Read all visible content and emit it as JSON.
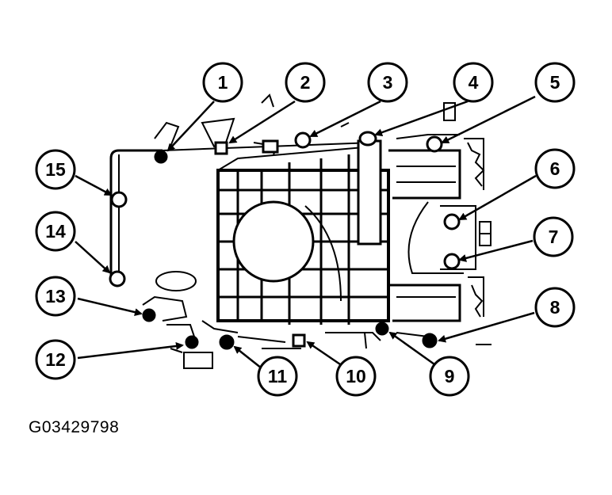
{
  "figure_id": "G03429798",
  "colors": {
    "ink": "#000000",
    "paper": "#ffffff"
  },
  "callouts": [
    "1",
    "2",
    "3",
    "4",
    "5",
    "6",
    "7",
    "8",
    "9",
    "10",
    "11",
    "12",
    "13",
    "14",
    "15"
  ]
}
